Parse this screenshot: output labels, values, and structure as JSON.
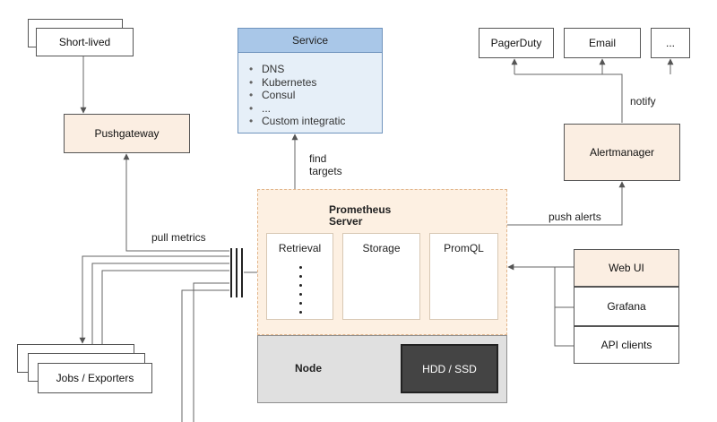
{
  "title": "Prometheus architecture",
  "nodes": {
    "short_lived": "Short-lived",
    "pushgateway": "Pushgateway",
    "jobs_exporters": "Jobs / Exporters",
    "service": {
      "title": "Service",
      "items": [
        "DNS",
        "Kubernetes",
        "Consul",
        "...",
        "Custom integratic"
      ]
    },
    "prometheus_server": {
      "title_line1": "Prometheus",
      "title_line2": "Server",
      "retrieval": "Retrieval",
      "storage": "Storage",
      "promql": "PromQL"
    },
    "node": "Node",
    "hdd_ssd": "HDD / SSD",
    "alertmanager": "Alertmanager",
    "pagerduty": "PagerDuty",
    "email": "Email",
    "more_receivers": "...",
    "web_ui": "Web UI",
    "grafana": "Grafana",
    "api_clients": "API clients"
  },
  "edge_labels": {
    "pull_metrics": "pull metrics",
    "find_targets_line1": "find",
    "find_targets_line2": "targets",
    "push_alerts": "push alerts",
    "notify": "notify"
  },
  "colors": {
    "service_header": "#a9c7e8",
    "service_body": "#e6eff8",
    "server_fill": "#fdf0e2",
    "server_border": "#e2b68c",
    "node_fill": "#e0e0e0",
    "hdd_fill": "#444444",
    "peach_box": "#fbeee2",
    "line": "#666666"
  }
}
